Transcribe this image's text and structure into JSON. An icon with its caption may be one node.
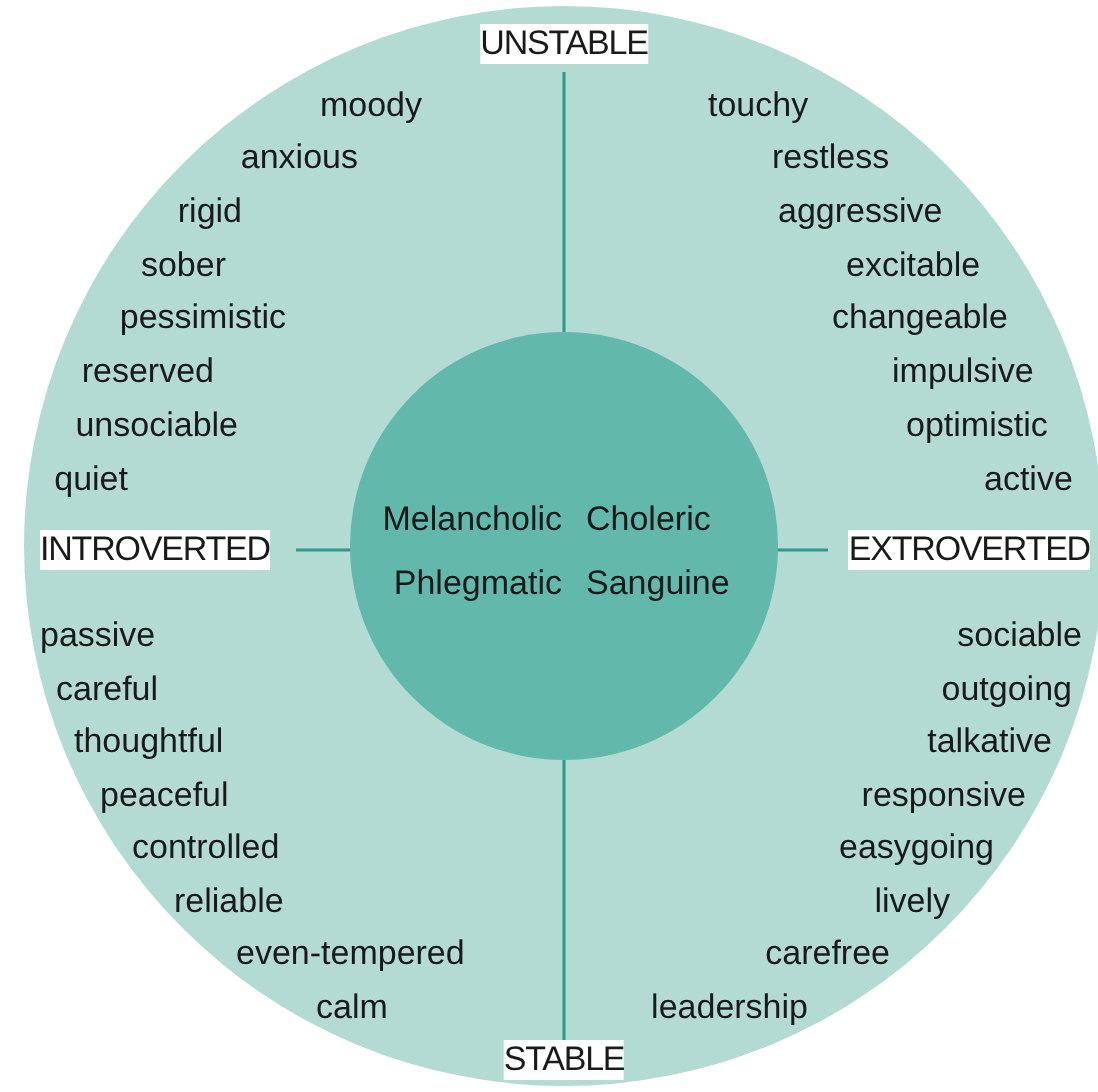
{
  "diagram": {
    "nodes": [
      {
        "text": [
          "Melancholic",
          "Choleric",
          "Phlegmatic",
          "Sanguine"
        ]
      }
    ],
    "labels": [
      "UNSTABLE",
      "moody",
      "touchy",
      "anxious",
      "restless",
      "rigid",
      "aggressive",
      "sober",
      "excitable",
      "pessimistic",
      "changeable",
      "reserved",
      "impulsive",
      "unsociable",
      "optimistic",
      "quiet",
      "active",
      "INTROVERTED",
      "EXTROVERTED",
      "passive",
      "sociable",
      "careful",
      "outgoing",
      "thoughtful",
      "talkative",
      "peaceful",
      "responsive",
      "controlled",
      "easygoing",
      "reliable",
      "lively",
      "even-tempered",
      "carefree",
      "calm",
      "leadership",
      "STABLE"
    ]
  }
}
